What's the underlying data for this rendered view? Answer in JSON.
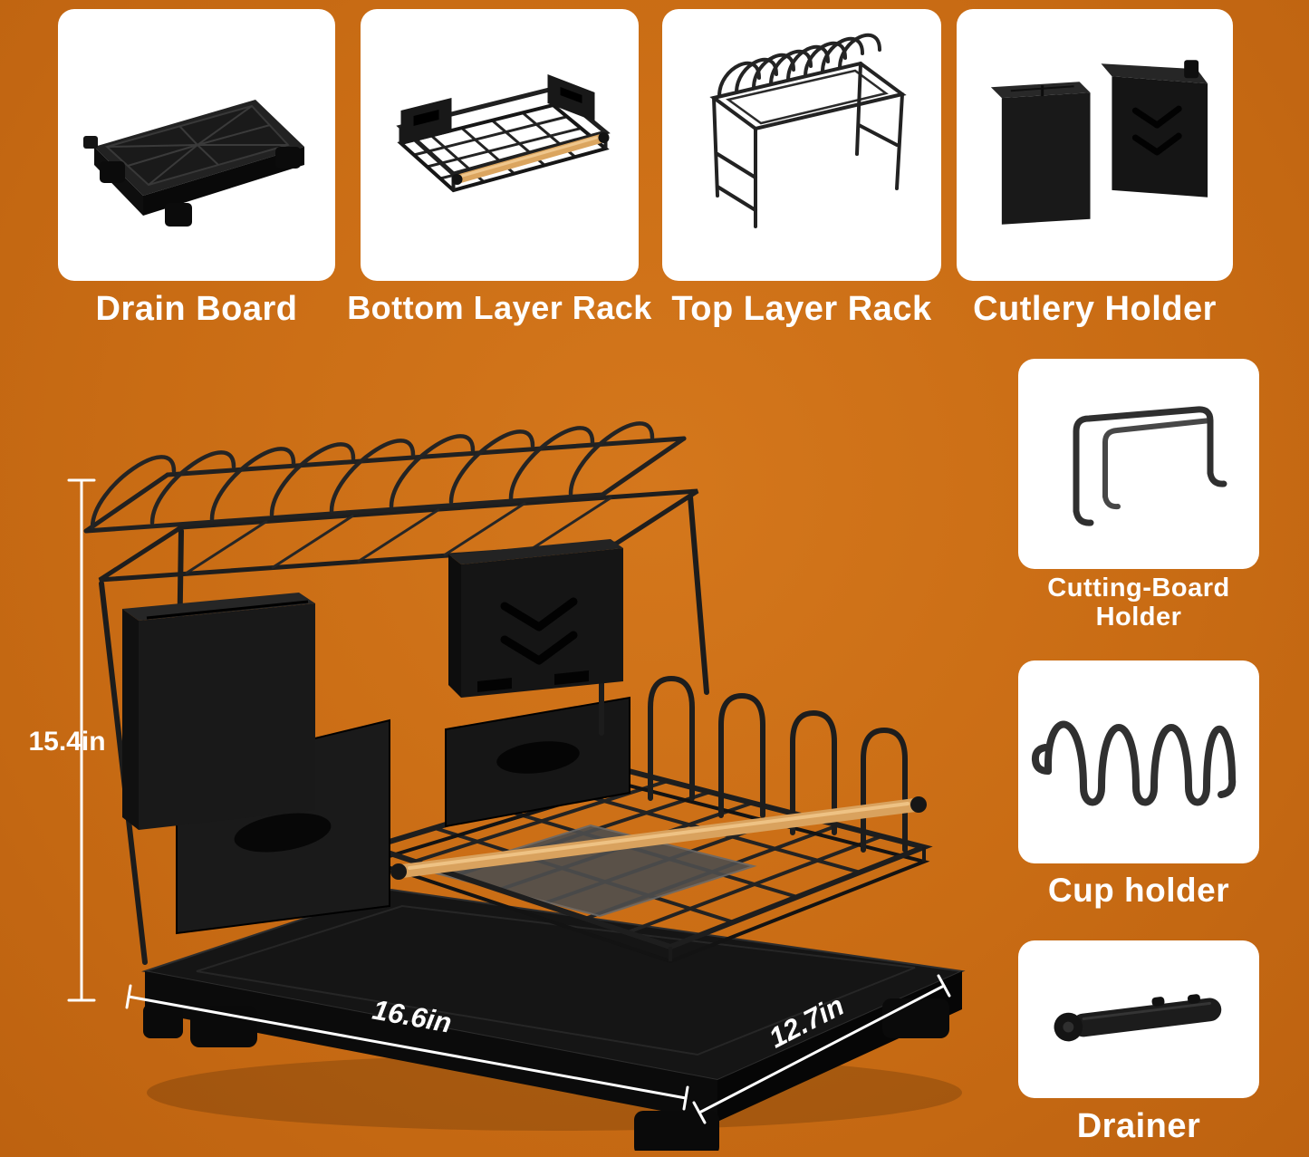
{
  "colors": {
    "background": "#C96C14",
    "card_background": "#FFFFFF",
    "label_text": "#FFFFFF",
    "dimension_lines": "#FFFFFF",
    "product_black": "#1A1A1A",
    "wood_handle": "#D9A25E"
  },
  "component_cards": [
    {
      "label": "Drain Board",
      "image": "drain-board-illustration"
    },
    {
      "label": "Bottom Layer Rack",
      "image": "bottom-layer-rack-illustration"
    },
    {
      "label": "Top Layer Rack",
      "image": "top-layer-rack-illustration"
    },
    {
      "label": "Cutlery Holder",
      "image": "cutlery-holder-illustration"
    }
  ],
  "accessory_cards": [
    {
      "label": "Cutting-Board Holder",
      "image": "cutting-board-holder-illustration"
    },
    {
      "label": "Cup holder",
      "image": "cup-holder-illustration"
    },
    {
      "label": "Drainer",
      "image": "drainer-illustration"
    }
  ],
  "dimensions": {
    "height": "15.4in",
    "width": "16.6in",
    "depth": "12.7in"
  }
}
